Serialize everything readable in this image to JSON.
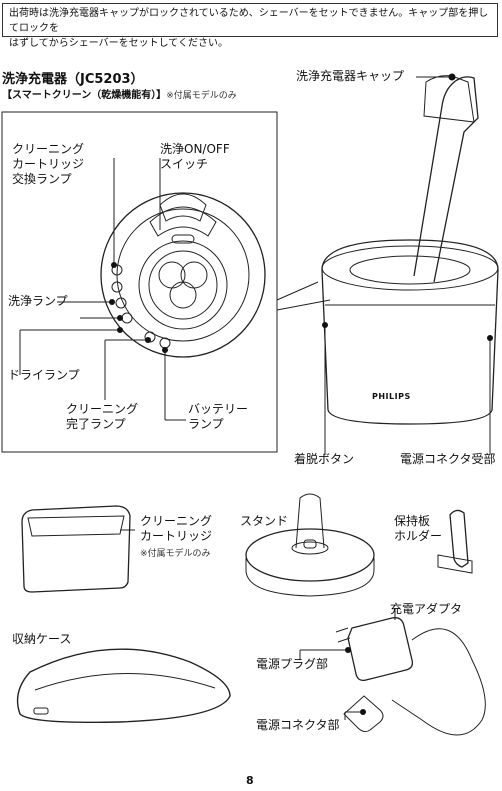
{
  "notice": "出荷時は洗浄充電器キャップがロックされているため、シェーバーをセットできません。キャップ部を押してロックを\nはずしてからシェーバーをセットしてください。",
  "station": {
    "title": "洗浄充電器（JC5203）",
    "subtitle_bold": "【スマートクリーン（乾燥機能有）】",
    "subtitle_note": "※付属モデルのみ"
  },
  "labels": {
    "cap": "洗浄充電器キャップ",
    "cartridge_lamp": "クリーニング\nカートリッジ\n交換ランプ",
    "onoff": "洗浄ON/OFF\nスイッチ",
    "wash_lamp": "洗浄ランプ",
    "dry_lamp": "ドライランプ",
    "done_lamp": "クリーニング\n完了ランプ",
    "battery_lamp": "バッテリー\nランプ",
    "release_button": "着脱ボタン",
    "connector_socket": "電源コネクタ受部"
  },
  "accessories": {
    "cartridge": "クリーニング\nカートリッジ",
    "cartridge_note": "※付属モデルのみ",
    "stand": "スタンド",
    "holder": "保持板\nホルダー",
    "adapter": "充電アダプタ",
    "case": "収納ケース",
    "plug": "電源プラグ部",
    "connector": "電源コネクタ部"
  },
  "brand": "PHILIPS",
  "page_number": "8"
}
